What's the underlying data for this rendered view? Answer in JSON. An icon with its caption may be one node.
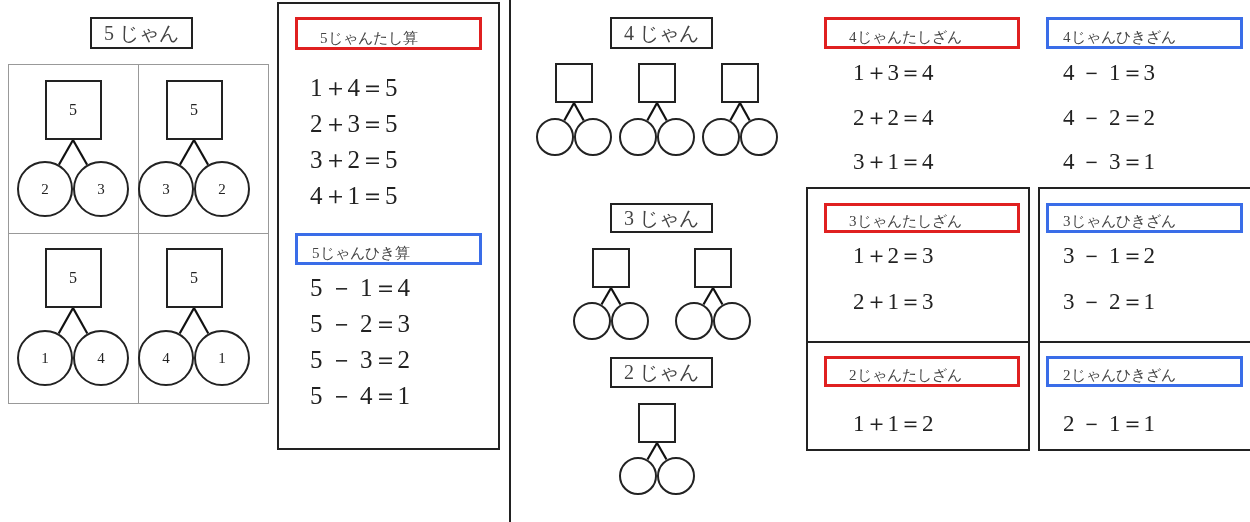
{
  "diagram": {
    "nodes": [
      {
        "text": [
          "5 じゃん"
        ]
      },
      {
        "text": [],
        "shape": "box"
      },
      {
        "text": [],
        "shape": "box"
      },
      {
        "text": [],
        "shape": "box"
      },
      {
        "text": [],
        "shape": "box"
      },
      {
        "text": [
          "5"
        ],
        "in": 1
      },
      {
        "text": [
          "2"
        ],
        "in": 1
      },
      {
        "text": [
          "3"
        ],
        "in": 1
      },
      {
        "text": [
          "5"
        ],
        "in": 2
      },
      {
        "text": [
          "3"
        ],
        "in": 2
      },
      {
        "text": [
          "2"
        ],
        "in": 2
      },
      {
        "text": [
          "5"
        ],
        "in": 3
      },
      {
        "text": [
          "1"
        ],
        "in": 3
      },
      {
        "text": [
          "4"
        ],
        "in": 3
      },
      {
        "text": [
          "5"
        ],
        "in": 4
      },
      {
        "text": [
          "4"
        ],
        "in": 4
      },
      {
        "text": [
          "1"
        ],
        "in": 4
      },
      {
        "text": [],
        "shape": "box"
      },
      {
        "text": [
          "5じゃんたし算"
        ],
        "in": 17,
        "beside": [
          "1＋4＝5",
          "2＋3＝5",
          "3＋2＝5",
          "4＋1＝5"
        ]
      },
      {
        "text": [
          "5じゃんひき算"
        ],
        "in": 17,
        "beside": [
          "5 － 1＝4",
          "5 － 2＝3",
          "5 － 3＝2",
          "5 － 4＝1"
        ]
      },
      {
        "text": [
          "4 じゃん"
        ]
      },
      {
        "text": [],
        "shape": "box"
      },
      {
        "text": [],
        "shape": "circle"
      },
      {
        "text": [],
        "shape": "circle"
      },
      {
        "text": [],
        "shape": "box"
      },
      {
        "text": [],
        "shape": "circle"
      },
      {
        "text": [],
        "shape": "circle"
      },
      {
        "text": [],
        "shape": "box"
      },
      {
        "text": [],
        "shape": "circle"
      },
      {
        "text": [],
        "shape": "circle"
      },
      {
        "text": [
          "3 じゃん"
        ]
      },
      {
        "text": [],
        "shape": "box"
      },
      {
        "text": [],
        "shape": "circle"
      },
      {
        "text": [],
        "shape": "circle"
      },
      {
        "text": [],
        "shape": "box"
      },
      {
        "text": [],
        "shape": "circle"
      },
      {
        "text": [],
        "shape": "circle"
      },
      {
        "text": [
          "2 じゃん"
        ]
      },
      {
        "text": [],
        "shape": "box"
      },
      {
        "text": [],
        "shape": "circle"
      },
      {
        "text": [],
        "shape": "circle"
      },
      {
        "text": [
          "4じゃんたしざん"
        ],
        "beside": [
          "1＋3＝4",
          "2＋2＝4",
          "3＋1＝4"
        ]
      },
      {
        "text": [
          "4じゃんひきざん"
        ],
        "beside": [
          "4 － 1＝3",
          "4 － 2＝2",
          "4 － 3＝1"
        ]
      },
      {
        "text": [],
        "shape": "box"
      },
      {
        "text": [
          "3じゃんたしざん"
        ],
        "in": 43,
        "beside": [
          "1＋2＝3",
          "2＋1＝3"
        ]
      },
      {
        "text": [],
        "shape": "box"
      },
      {
        "text": [
          "3じゃんひきざん"
        ],
        "in": 45,
        "beside": [
          "3 － 1＝2",
          "3 － 2＝1"
        ]
      },
      {
        "text": [],
        "shape": "box"
      },
      {
        "text": [
          "2じゃんたしざん"
        ],
        "in": 47,
        "beside": [
          "1＋1＝2"
        ]
      },
      {
        "text": [],
        "shape": "box"
      },
      {
        "text": [
          "2じゃんひきざん"
        ],
        "in": 49,
        "beside": [
          "2 － 1＝1"
        ]
      }
    ],
    "edges": [
      {
        "from": 5,
        "to": 6,
        "arrow": "none"
      },
      {
        "from": 5,
        "to": 7,
        "arrow": "none"
      },
      {
        "from": 8,
        "to": 9,
        "arrow": "none"
      },
      {
        "from": 8,
        "to": 10,
        "arrow": "none"
      },
      {
        "from": 11,
        "to": 12,
        "arrow": "none"
      },
      {
        "from": 11,
        "to": 13,
        "arrow": "none"
      },
      {
        "from": 14,
        "to": 15,
        "arrow": "none"
      },
      {
        "from": 14,
        "to": 16,
        "arrow": "none"
      },
      {
        "from": 21,
        "to": 22,
        "arrow": "none"
      },
      {
        "from": 21,
        "to": 23,
        "arrow": "none"
      },
      {
        "from": 24,
        "to": 25,
        "arrow": "none"
      },
      {
        "from": 24,
        "to": 26,
        "arrow": "none"
      },
      {
        "from": 27,
        "to": 28,
        "arrow": "none"
      },
      {
        "from": 27,
        "to": 29,
        "arrow": "none"
      },
      {
        "from": 31,
        "to": 32,
        "arrow": "none"
      },
      {
        "from": 31,
        "to": 33,
        "arrow": "none"
      },
      {
        "from": 34,
        "to": 35,
        "arrow": "none"
      },
      {
        "from": 34,
        "to": 36,
        "arrow": "none"
      },
      {
        "from": 38,
        "to": 39,
        "arrow": "none"
      },
      {
        "from": 38,
        "to": 40,
        "arrow": "none"
      }
    ]
  }
}
